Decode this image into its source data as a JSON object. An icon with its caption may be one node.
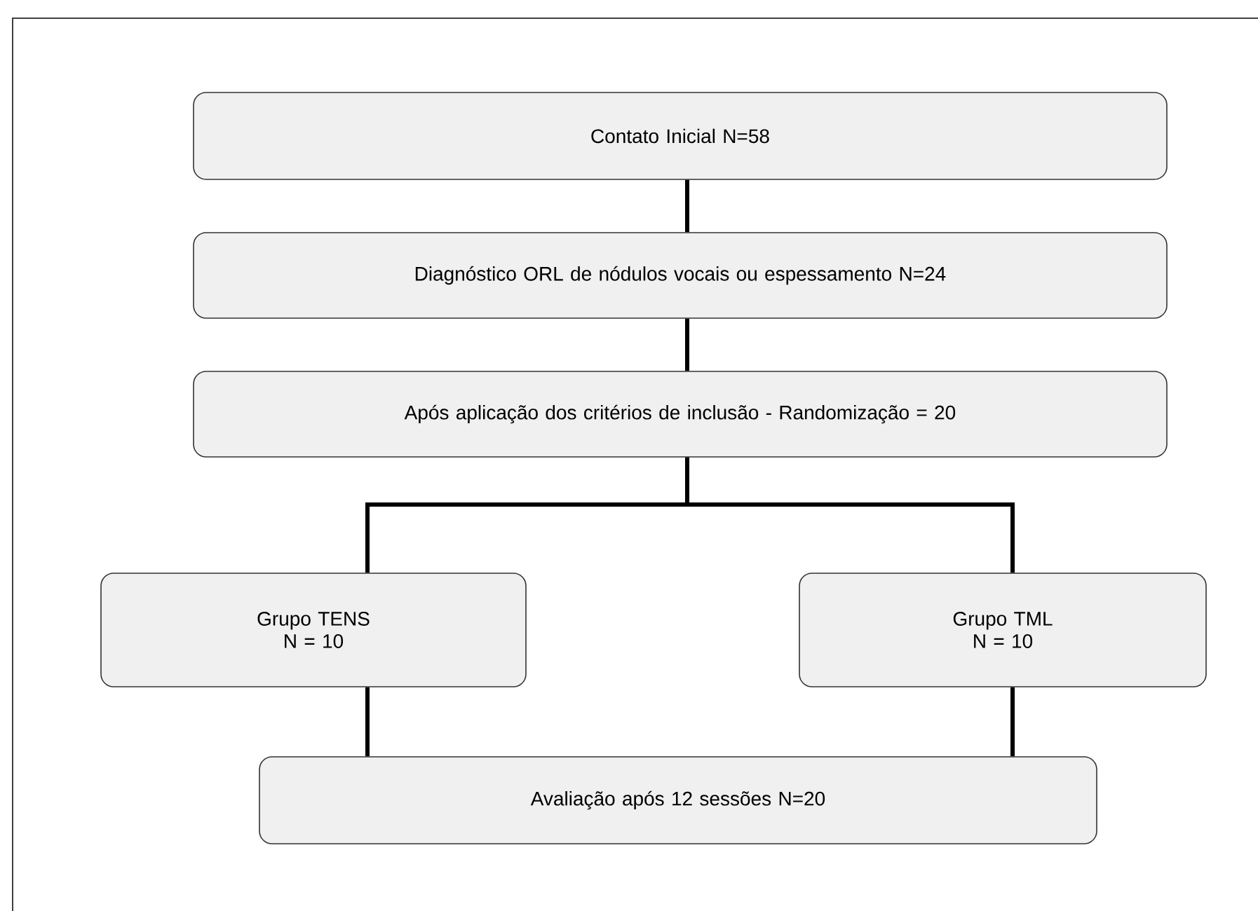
{
  "diagram": {
    "nodes": [
      {
        "text": [
          "Contato Inicial N=58"
        ]
      },
      {
        "text": [
          "Diagnóstico ORL de nódulos vocais ou espessamento N=24"
        ]
      },
      {
        "text": [
          "Após aplicação dos critérios de inclusão - Randomização = 20"
        ]
      },
      {
        "text": [
          "Grupo TENS N = 10"
        ]
      },
      {
        "text": [
          "Grupo TML N = 10"
        ]
      },
      {
        "text": [
          "Avaliação após 12 sessões N=20"
        ]
      }
    ],
    "edges": [
      {
        "from": 0,
        "to": 1,
        "arrow": "none"
      },
      {
        "from": 1,
        "to": 2,
        "arrow": "none"
      },
      {
        "from": 2,
        "to": 3,
        "arrow": "none"
      },
      {
        "from": 2,
        "to": 4,
        "arrow": "none"
      },
      {
        "from": 3,
        "to": 5,
        "arrow": "none"
      },
      {
        "from": 4,
        "to": 5,
        "arrow": "none"
      }
    ]
  }
}
